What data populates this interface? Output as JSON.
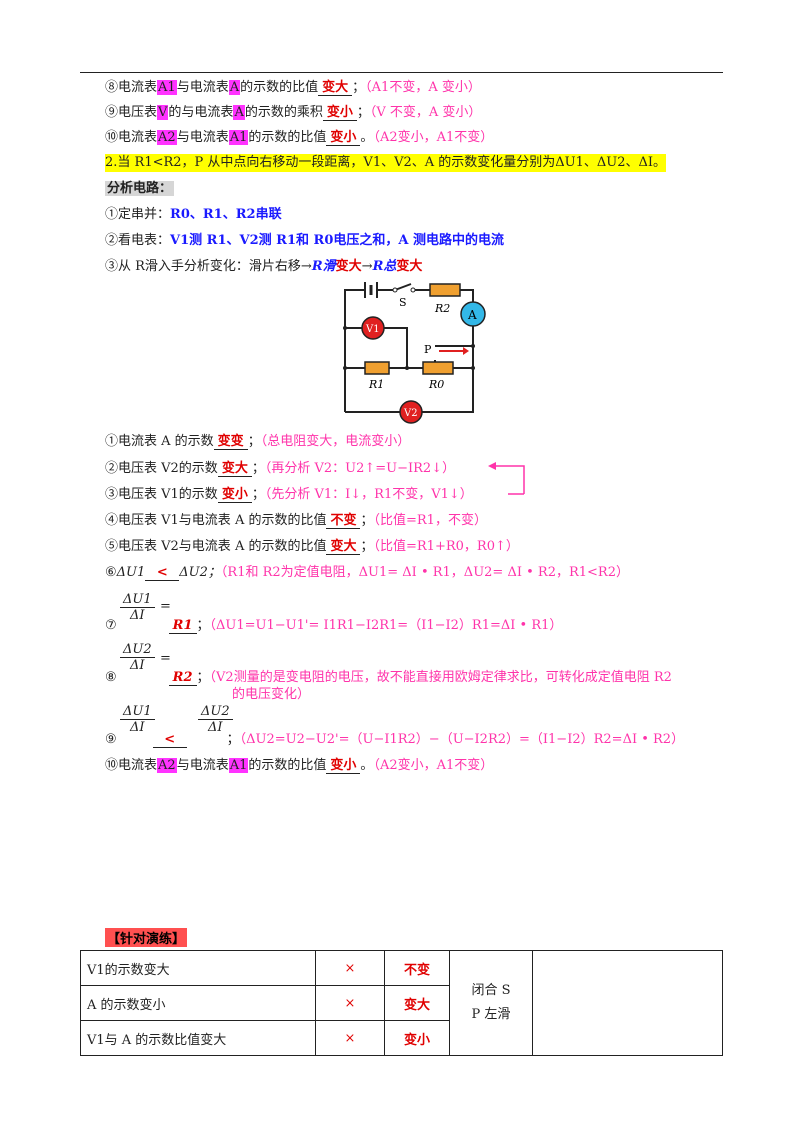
{
  "top": {
    "l8": {
      "num": "⑧",
      "a": "电流表",
      "m1": "A1",
      "b": "与电流表",
      "m2": "A",
      "c": "的示数的比值",
      "ans": "变大",
      "d": "；",
      "note": "（A1不变，A 变小）"
    },
    "l9": {
      "num": "⑨",
      "a": "电压表",
      "m1": "V",
      "b": "的与电流表",
      "m2": "A",
      "c": "的示数的乘积",
      "ans": "变小",
      "d": "；",
      "note": "（V 不变，A 变小）"
    },
    "l10": {
      "num": "⑩",
      "a": "电流表",
      "m1": "A2",
      "b": "与电流表",
      "m2": "A1",
      "c": "的示数的比值",
      "ans": "变小",
      "d": "。",
      "note": "（A2变小，A1不变）"
    }
  },
  "q2": "2.当 R1<R2，P 从中点向右移动一段距离，V1、V2、A 的示数变化量分别为ΔU1、ΔU2、ΔI。",
  "analysis": {
    "title": "分析电路：",
    "s1_pre": "①定串并：",
    "s1_ans": "R0、R1、R2串联",
    "s2_pre": "②看电表：",
    "s2_ans": "V1测 R1、V2测 R1和 R0电压之和，A 测电路中的电流",
    "s3_pre": "③从 R滑入手分析变化：滑片右移→",
    "s3_a": "R滑",
    "s3_b": "变大",
    "s3_c": "→",
    "s3_d": "R总",
    "s3_e": "变大"
  },
  "circuit": {
    "switch": "S",
    "r2": "R2",
    "ammeter": "A",
    "v1": "V1",
    "p": "P",
    "r1": "R1",
    "r0": "R0",
    "v2": "V2"
  },
  "items": [
    {
      "num": "①",
      "q": "电流表 A 的示数",
      "ans": "变变",
      "end": "；",
      "note": "（总电阻变大，电流变小）"
    },
    {
      "num": "②",
      "q": "电压表 V2的示数",
      "ans": "变大",
      "end": "；",
      "note": "（再分析 V2：U2↑=U−IR2↓）"
    },
    {
      "num": "③",
      "q": "电压表 V1的示数",
      "ans": "变小",
      "end": "；",
      "note": "（先分析 V1：I↓，R1不变，V1↓）"
    },
    {
      "num": "④",
      "q": "电压表 V1与电流表 A 的示数的比值",
      "ans": "不变",
      "end": "；",
      "note": "（比值=R1，不变）"
    },
    {
      "num": "⑤",
      "q": "电压表 V2与电流表 A 的示数的比值",
      "ans": "变大",
      "end": "；",
      "note": "（比值=R1+R0，R0↑）"
    }
  ],
  "item6": {
    "num": "⑥",
    "a": "ΔU1",
    "ans": "<",
    "b": "ΔU2；",
    "note": "（R1和 R2为定值电阻，ΔU1= ΔI • R1，ΔU2= ΔI • R2，R1<R2）"
  },
  "item7": {
    "num": "⑦",
    "fnum": "ΔU1",
    "fden": "ΔI",
    "eq": "=",
    "ans": "R1",
    "end": "；",
    "note": "（ΔU1=U1−U1'= I1R1−I2R1=（I1−I2）R1=ΔI • R1）"
  },
  "item8": {
    "num": "⑧",
    "fnum": "ΔU2",
    "fden": "ΔI",
    "eq": "=",
    "ans": "R2",
    "end": "；",
    "note1": "（V2测量的是变电阻的电压，故不能直接用欧姆定律求比，可转化成定值电阻 R2",
    "note2": "的电压变化）"
  },
  "item9": {
    "num": "⑨",
    "f1num": "ΔU1",
    "f1den": "ΔI",
    "ans": "<",
    "f2num": "ΔU2",
    "f2den": "ΔI",
    "end": "；",
    "note": "（ΔU2=U2−U2'=（U−I1R2）−（U−I2R2）=（I1−I2）R2=ΔI • R2）"
  },
  "item10": {
    "num": "⑩",
    "a": "电流表",
    "m1": "A2",
    "b": "与电流表",
    "m2": "A1",
    "c": "的示数的比值",
    "ans": "变小",
    "d": "。",
    "note": "（A2变小，A1不变）"
  },
  "practice": "【针对演练】",
  "table": [
    {
      "text": "V1的示数变大",
      "mark": "×",
      "ans": "不变"
    },
    {
      "text": "A 的示数变小",
      "mark": "×",
      "ans": "变大"
    },
    {
      "text": "V1与 A 的示数比值变大",
      "mark": "×",
      "ans": "变小"
    }
  ],
  "condition": {
    "l1": "闭合 S",
    "l2": "P 左滑"
  }
}
